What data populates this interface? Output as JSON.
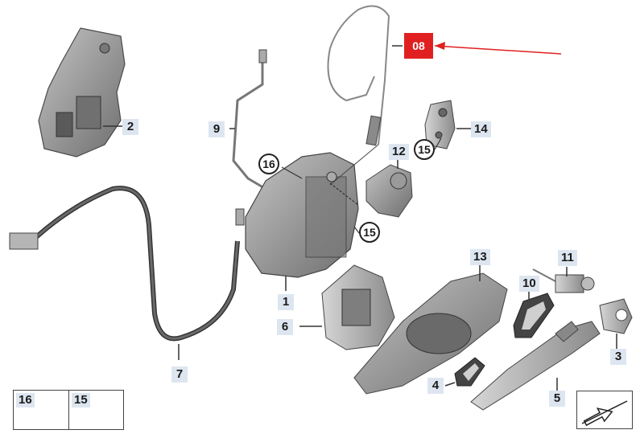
{
  "highlight": {
    "label": "08",
    "color": "#e02020"
  },
  "callouts": {
    "p1": "1",
    "p2": "2",
    "p3": "3",
    "p4": "4",
    "p5": "5",
    "p6": "6",
    "p7": "7",
    "p9": "9",
    "p10": "10",
    "p11": "11",
    "p12": "12",
    "p13": "13",
    "p14": "14",
    "c15a": "15",
    "c15b": "15",
    "c16": "16"
  },
  "legend": {
    "item1": "16",
    "item2": "15"
  },
  "nav": {
    "icon": "arrow-icon"
  },
  "colors": {
    "part": "#9a9a9a",
    "part_dark": "#5a5a5a",
    "label_bg": "#dde6f0"
  }
}
